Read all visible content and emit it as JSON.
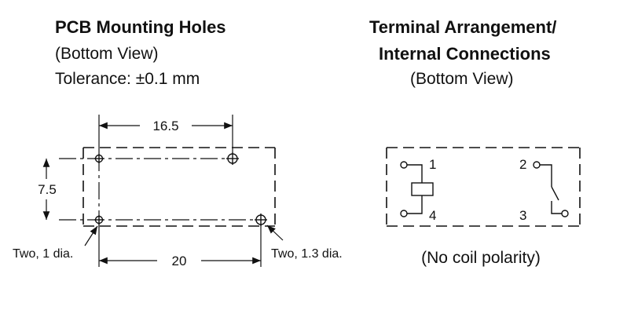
{
  "left": {
    "title": "PCB Mounting Holes",
    "view": "(Bottom View)",
    "tolerance": "Tolerance: ±0.1 mm",
    "dim_top": "16.5",
    "dim_left": "7.5",
    "dim_bottom": "20",
    "note_left": "Two, 1 dia.",
    "note_right": "Two, 1.3 dia."
  },
  "right": {
    "title_line1": "Terminal Arrangement/",
    "title_line2": "Internal Connections",
    "view": "(Bottom View)",
    "terminals": [
      "1",
      "2",
      "3",
      "4"
    ],
    "polarity_note": "(No coil polarity)"
  }
}
